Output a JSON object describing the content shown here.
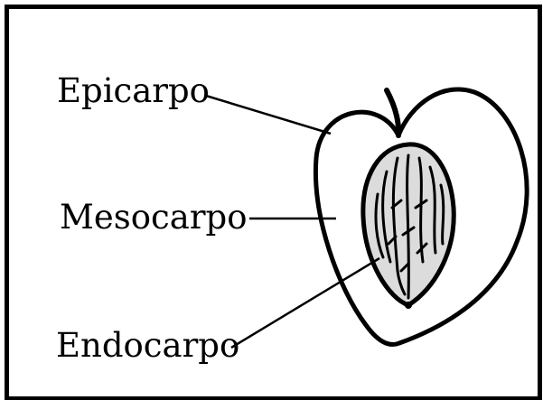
{
  "diagram": {
    "labels": {
      "epicarp": "Epicarpo",
      "mesocarp": "Mesocarpo",
      "endocarp": "Endocarpo"
    },
    "colors": {
      "ink": "#000000",
      "background": "#ffffff",
      "pit_fill": "#dcdcdc"
    }
  }
}
